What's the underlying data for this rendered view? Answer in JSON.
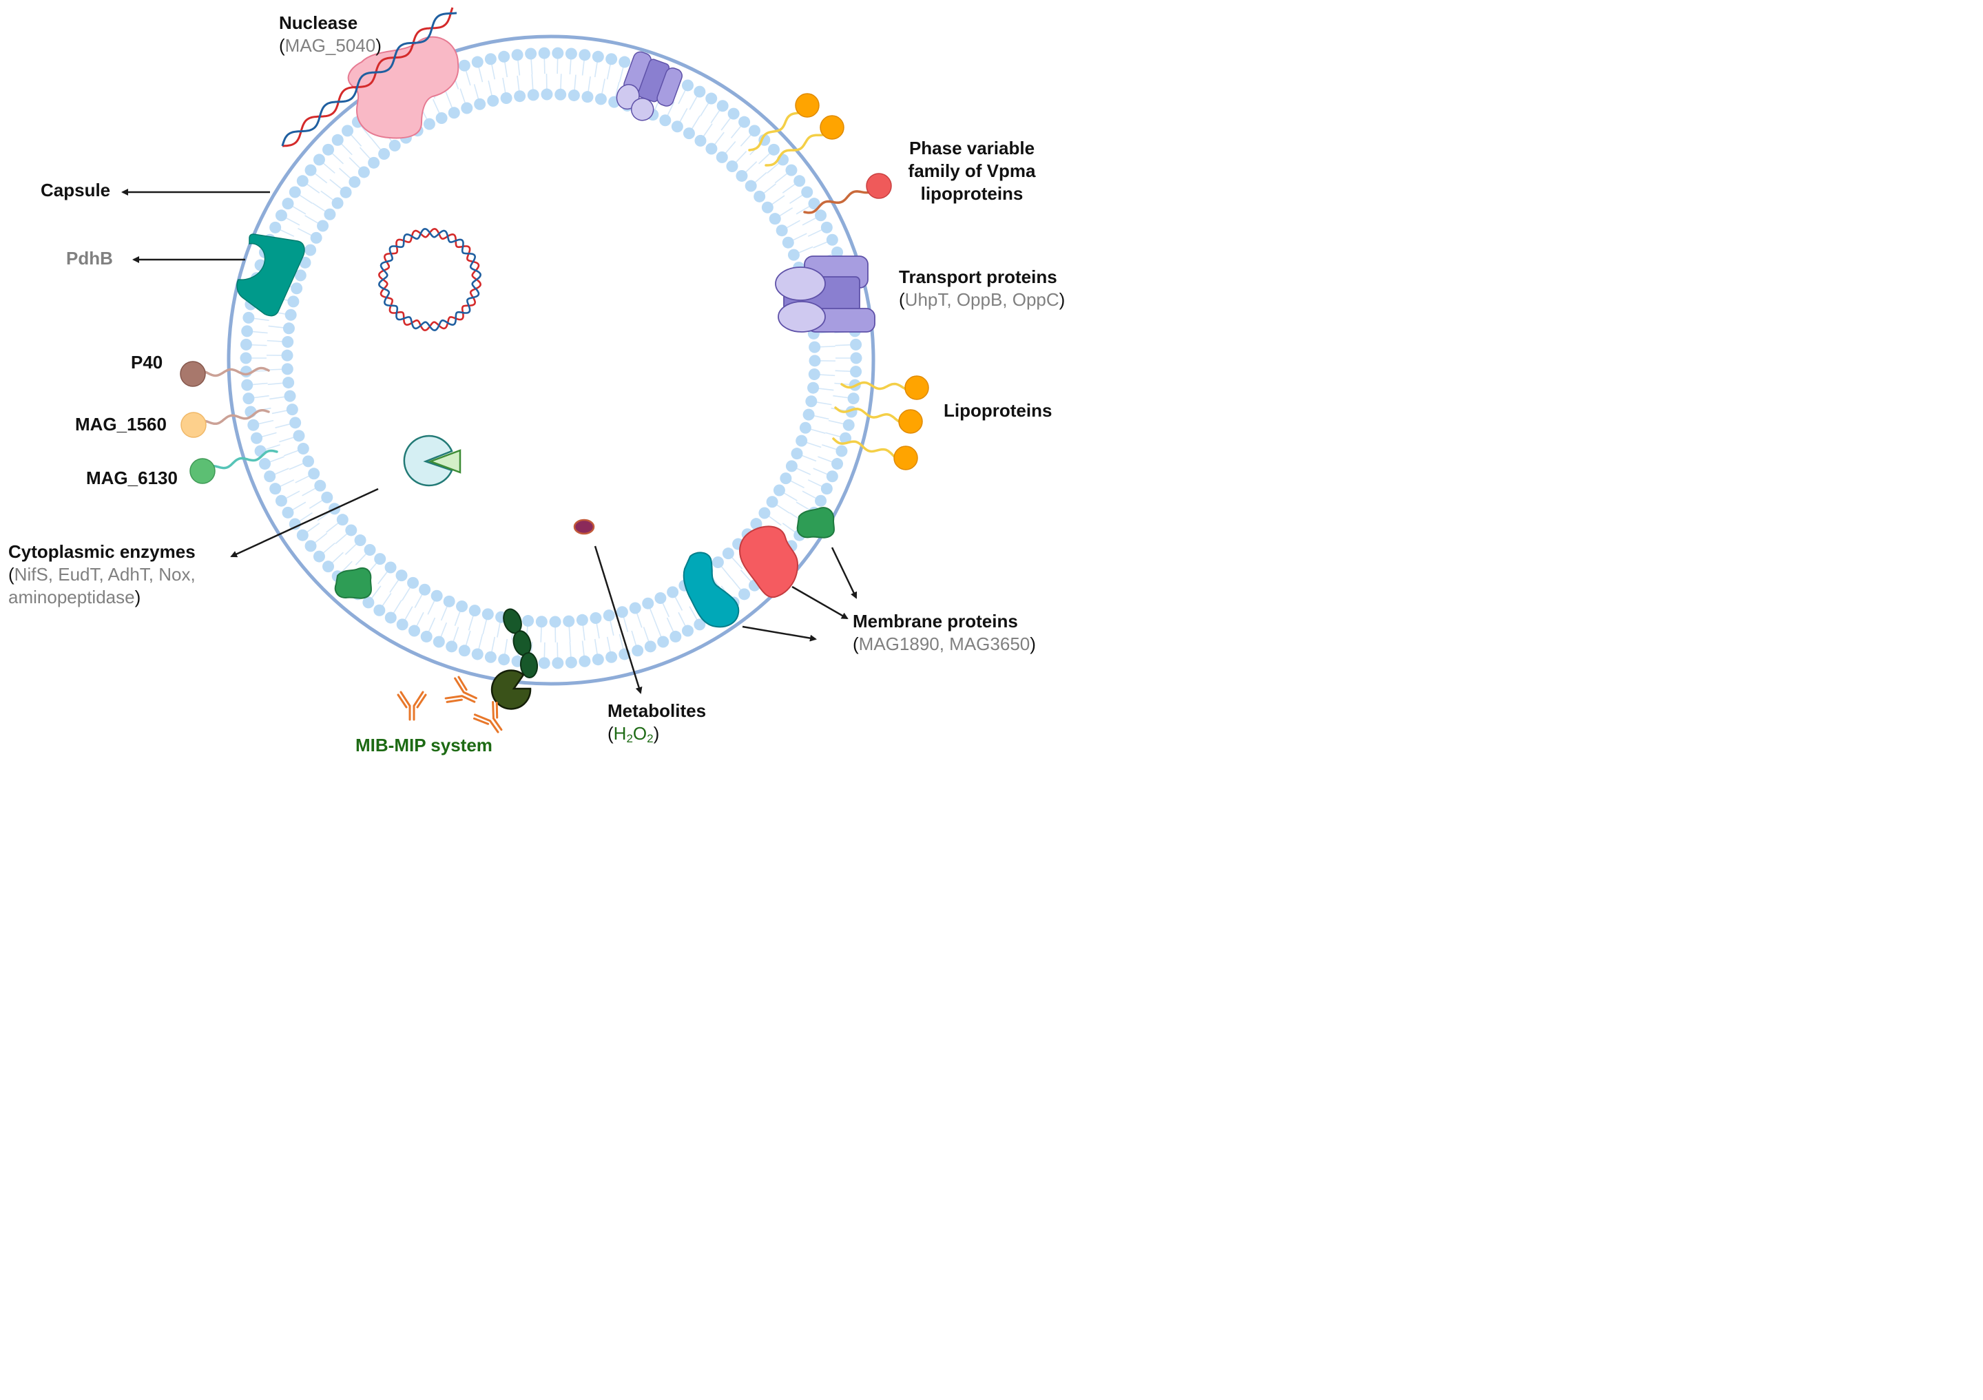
{
  "colors": {
    "membrane": "#8eacd8",
    "lipid_head": "#b9daf5",
    "lipid_tail": "#d4e7f8",
    "dna_red": "#d42a2a",
    "dna_blue": "#1f5fa0",
    "arrow": "#1a1a1a",
    "label_gray": "#808080",
    "label_green": "#1d6a14"
  },
  "labels": {
    "nuclease_title": "Nuclease",
    "nuclease_sub": "MAG_5040",
    "capsule": "Capsule",
    "pdhb": "PdhB",
    "p40": "P40",
    "mag1560": "MAG_1560",
    "mag6130": "MAG_6130",
    "cyto_title": "Cytoplasmic enzymes",
    "cyto_sub1": "NifS, EudT, AdhT, Nox,",
    "cyto_sub2": "aminopeptidase",
    "mib": "MIB-MIP system",
    "metab_title": "Metabolites",
    "metab_h": "H",
    "metab_2a": "2",
    "metab_o": "O",
    "metab_2b": "2",
    "memb_title": "Membrane proteins",
    "memb_sub": "MAG1890, MAG3650",
    "lipo": "Lipoproteins",
    "transport_title": "Transport proteins",
    "transport_sub": "UhpT, OppB, OppC",
    "phase_line1": "Phase variable",
    "phase_line2": "family of Vpma",
    "phase_line3": "lipoproteins",
    "paren_open": "(",
    "paren_close": ")"
  },
  "icons": [
    "nuclease-icon",
    "dna-strand-icon",
    "plasmid-icon",
    "pdhb-protein-icon",
    "transporter-icon",
    "enzyme-icon",
    "antibody-icon",
    "lipoprotein-icon",
    "membrane-protein-icon",
    "metabolite-icon"
  ]
}
